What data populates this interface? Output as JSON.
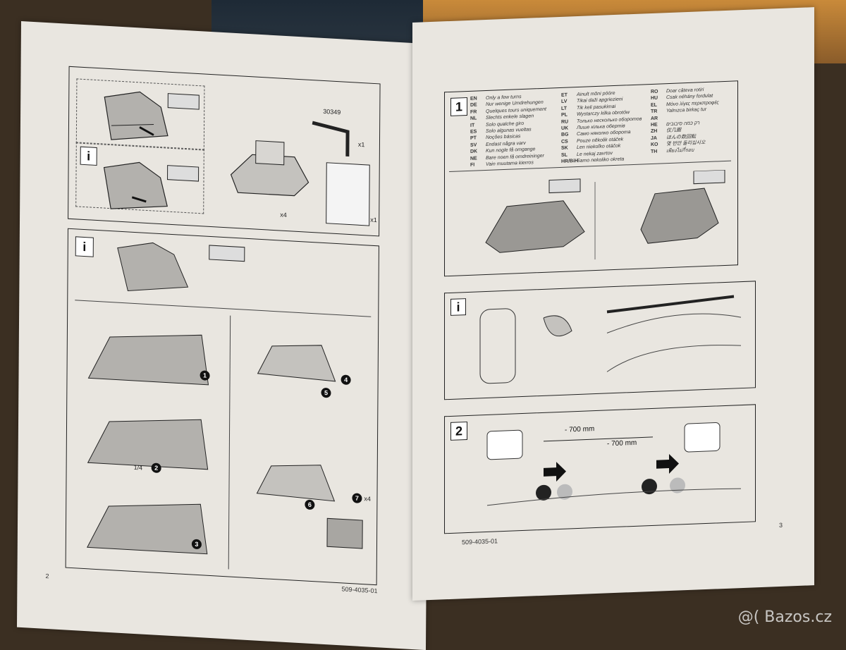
{
  "left_page": {
    "part_number_label": "30349",
    "qty_key": "x1",
    "qty_feet": "x4",
    "qty_doc": "x1",
    "doc_code": "509-4035-01",
    "page_number": "2",
    "info_mark": "i",
    "turn_fraction": "1/4",
    "screw_qty": "x4",
    "steps": [
      "1",
      "2",
      "3",
      "4",
      "5",
      "6",
      "7"
    ]
  },
  "right_page": {
    "step1": "1",
    "step2": "2",
    "info_mark": "i",
    "languages_col1": [
      {
        "code": "EN",
        "text": "Only a few turns"
      },
      {
        "code": "DE",
        "text": "Nur wenige Umdrehungen"
      },
      {
        "code": "FR",
        "text": "Quelques tours uniquement"
      },
      {
        "code": "NL",
        "text": "Slechts enkele slagen"
      },
      {
        "code": "IT",
        "text": "Solo qualche giro"
      },
      {
        "code": "ES",
        "text": "Solo algunas vueltas"
      },
      {
        "code": "PT",
        "text": "Noções básicas"
      },
      {
        "code": "SV",
        "text": "Endast några varv"
      },
      {
        "code": "DK",
        "text": "Kun nogle få omgange"
      },
      {
        "code": "NE",
        "text": "Bare noen få omdreininger"
      },
      {
        "code": "FI",
        "text": "Vain muutama kierros"
      }
    ],
    "languages_col2": [
      {
        "code": "ET",
        "text": "Ainult mõni pööre"
      },
      {
        "code": "LV",
        "text": "Tikai daži apgriezieni"
      },
      {
        "code": "LT",
        "text": "Tik keli pasukimai"
      },
      {
        "code": "PL",
        "text": "Wystarczy kilka obrotów"
      },
      {
        "code": "RU",
        "text": "Только несколько оборотов"
      },
      {
        "code": "UK",
        "text": "Лише кілька обертів"
      },
      {
        "code": "BG",
        "text": "Само няколко оборота"
      },
      {
        "code": "CS",
        "text": "Pouze několik otáček"
      },
      {
        "code": "SK",
        "text": "Len niekoľko otáčok"
      },
      {
        "code": "SL",
        "text": "Le nekaj zavrtov"
      },
      {
        "code": "HR/BiH",
        "text": "Samo nekoliko okreta"
      }
    ],
    "languages_col3": [
      {
        "code": "RO",
        "text": "Doar câteva rotiri"
      },
      {
        "code": "HU",
        "text": "Csak néhány fordulat"
      },
      {
        "code": "EL",
        "text": "Μόνο λίγες περιστροφές"
      },
      {
        "code": "TR",
        "text": "Yalnızca birkaç tur"
      },
      {
        "code": "AR",
        "text": ""
      },
      {
        "code": "HE",
        "text": "רק כמה סיבובים"
      },
      {
        "code": "ZH",
        "text": "仅几圈"
      },
      {
        "code": "JA",
        "text": "ほんの数回転"
      },
      {
        "code": "KO",
        "text": "몇 번만 돌리십시오"
      },
      {
        "code": "TH",
        "text": "เพียงไม่กี่รอบ"
      }
    ],
    "dimension_1": "- 700 mm",
    "dimension_2": "- 700 mm",
    "doc_code": "509-4035-01",
    "page_number": "3"
  },
  "watermark": "@( Bazos.cz",
  "colors": {
    "paper": "#e9e6e0",
    "ink": "#222222",
    "part_gray": "#9a9894"
  }
}
